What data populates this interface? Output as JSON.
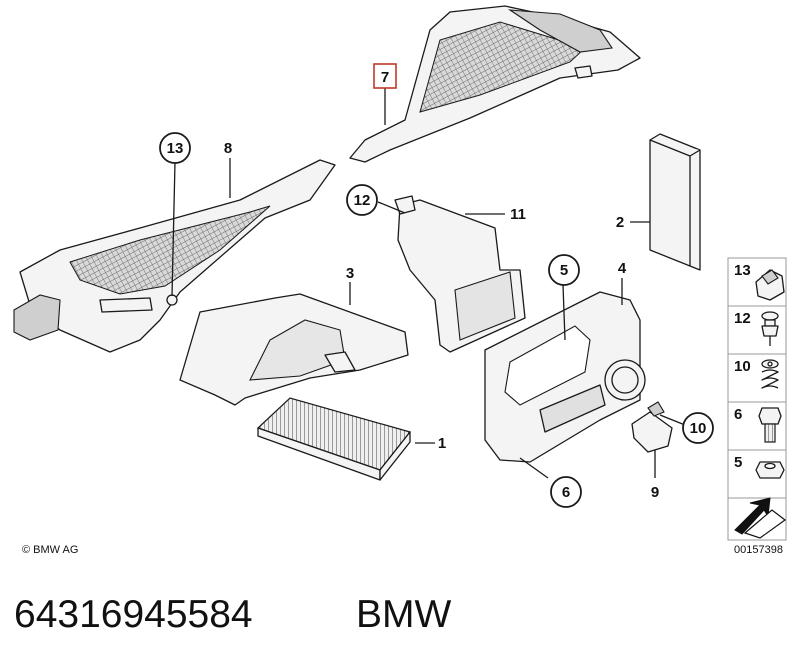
{
  "callouts": {
    "c13": "13",
    "c12": "12",
    "c5": "5",
    "c6": "6",
    "c10": "10"
  },
  "labels": {
    "l7": "7",
    "l8": "8",
    "l11": "11",
    "l2": "2",
    "l3": "3",
    "l4": "4",
    "l1": "1",
    "l9": "9"
  },
  "legend": {
    "items": [
      {
        "number": "13",
        "icon": "clip-nut-icon"
      },
      {
        "number": "12",
        "icon": "expansion-rivet-icon"
      },
      {
        "number": "10",
        "icon": "spring-nut-icon"
      },
      {
        "number": "6",
        "icon": "hex-bolt-icon"
      },
      {
        "number": "5",
        "icon": "hex-nut-icon"
      }
    ],
    "arrow_icon": "direction-arrow-icon"
  },
  "copyright": "© BMW AG",
  "diagram_id": "00157398",
  "footer": {
    "part_number": "64316945584",
    "brand": "BMW"
  },
  "colors": {
    "highlight": "#c0392b",
    "line": "#1a1a1a",
    "background": "#ffffff"
  }
}
